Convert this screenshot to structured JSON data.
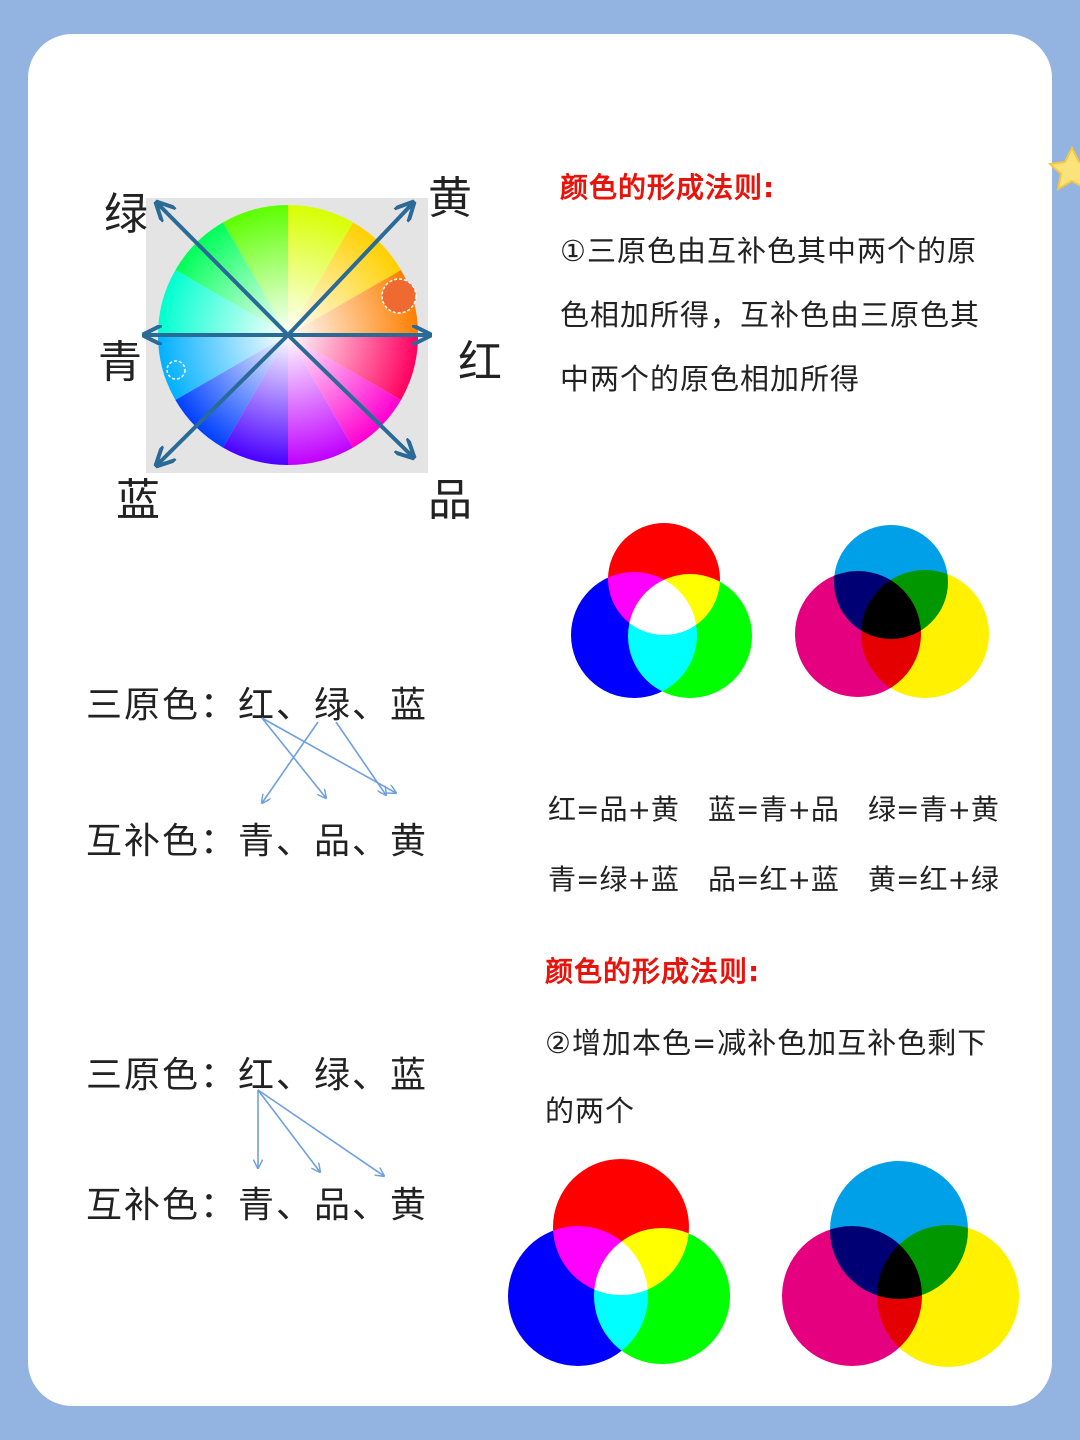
{
  "wheel": {
    "labels": {
      "green": "绿",
      "yellow": "黄",
      "cyan": "青",
      "red": "红",
      "blue": "蓝",
      "magenta": "品"
    }
  },
  "rule1": {
    "title": "颜色的形成法则:",
    "lines": [
      "①三原色由互补色其中两个的原",
      "色相加所得，互补色由三原色其",
      "中两个的原色相加所得"
    ]
  },
  "pairs1": {
    "primary": "三原色：红、绿、蓝",
    "complement": "互补色：青、品、黄"
  },
  "equations": {
    "row1": [
      "红=品+黄",
      "蓝=青+品",
      "绿=青+黄"
    ],
    "row2": [
      "青=绿+蓝",
      "品=红+蓝",
      "黄=红+绿"
    ]
  },
  "rule2": {
    "title": "颜色的形成法则:",
    "lines": [
      "②增加本色=减补色加互补色剩下",
      "的两个"
    ]
  },
  "pairs2": {
    "primary": "三原色：红、绿、蓝",
    "complement": "互补色：青、品、黄"
  },
  "colors": {
    "background": "#93b3e0",
    "title_red": "#e8140c",
    "arrow_blue": "#2a6a96",
    "thin_arrow": "#6f9fe0",
    "rgb_red": "#ff0000",
    "rgb_green": "#00ff00",
    "rgb_blue": "#0000ff",
    "cmy_cyan": "#00a0e9",
    "cmy_magenta": "#e4007f",
    "cmy_yellow": "#fff100"
  },
  "icons": [
    "star-icon"
  ]
}
